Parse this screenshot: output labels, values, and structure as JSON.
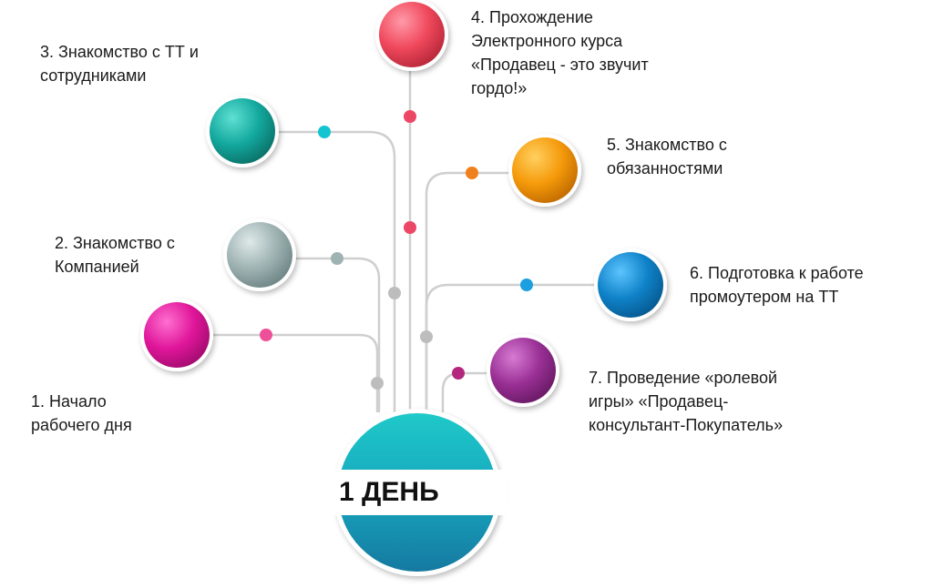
{
  "title": "1 ДЕНЬ",
  "steps": [
    {
      "id": 1,
      "lines": [
        "1. Начало",
        "рабочего дня"
      ],
      "color": "#e0169a"
    },
    {
      "id": 2,
      "lines": [
        "2. Знакомство с",
        "Компанией"
      ],
      "color": "#9fb3b3"
    },
    {
      "id": 3,
      "lines": [
        "3. Знакомство с ТТ и",
        "сотрудниками"
      ],
      "color": "#13a89e"
    },
    {
      "id": 4,
      "lines": [
        "4. Прохождение",
        "Электронного курса",
        "«Продавец - это звучит",
        "гордо!»"
      ],
      "color": "#f0485c"
    },
    {
      "id": 5,
      "lines": [
        "5. Знакомство с",
        "обязанностями"
      ],
      "color": "#f59a0b"
    },
    {
      "id": 6,
      "lines": [
        "6. Подготовка к работе",
        "промоутером на ТТ"
      ],
      "color": "#0f82c8"
    },
    {
      "id": 7,
      "lines": [
        "7. Проведение «ролевой",
        "игры» «Продавец-",
        "консультант-Покупатель»"
      ],
      "color": "#9a3096"
    }
  ],
  "colors": {
    "connector": "#cfcfcf",
    "hub_top": "#1ab7c4",
    "hub_bottom": "#1786a7",
    "gray_dot": "#bdbdbd",
    "dot_step1": "#ee4f99",
    "dot_step2": "#9fb3b3",
    "dot_step3": "#14c4d0",
    "dot_step4": "#ec4866",
    "dot_step5": "#f0801b",
    "dot_step6": "#1b9fe0",
    "dot_step7": "#b4267e"
  }
}
